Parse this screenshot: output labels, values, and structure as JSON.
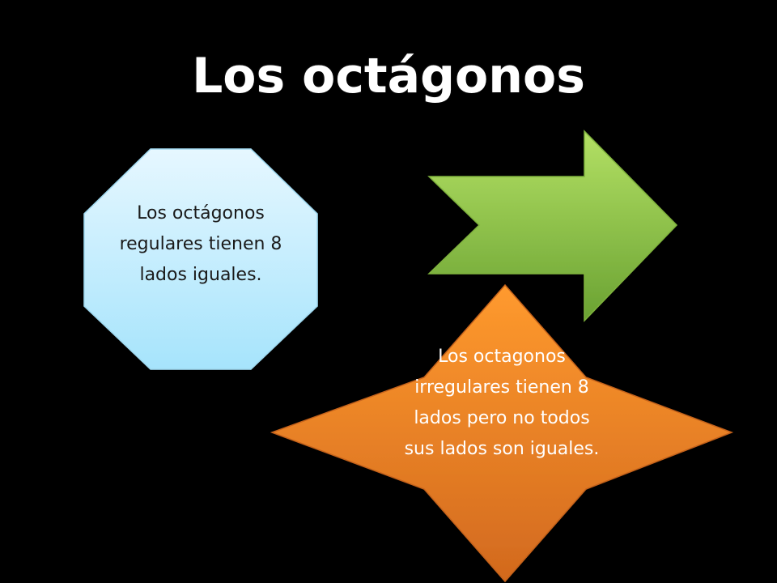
{
  "slide": {
    "title": "Los octágonos",
    "regular": {
      "text": "Los octágonos regulares tienen 8 lados iguales."
    },
    "irregular": {
      "text": "Los octagonos irregulares tienen 8 lados pero no todos sus lados son iguales."
    }
  },
  "colors": {
    "background": "#000000",
    "octagon_fill_top": "#e6f7ff",
    "octagon_fill_bottom": "#a6e4fc",
    "arrow_fill_top": "#b3e064",
    "arrow_fill_bottom": "#6aa232",
    "diamond_fill_top": "#ff9a2e",
    "diamond_fill_bottom": "#d2691e"
  }
}
